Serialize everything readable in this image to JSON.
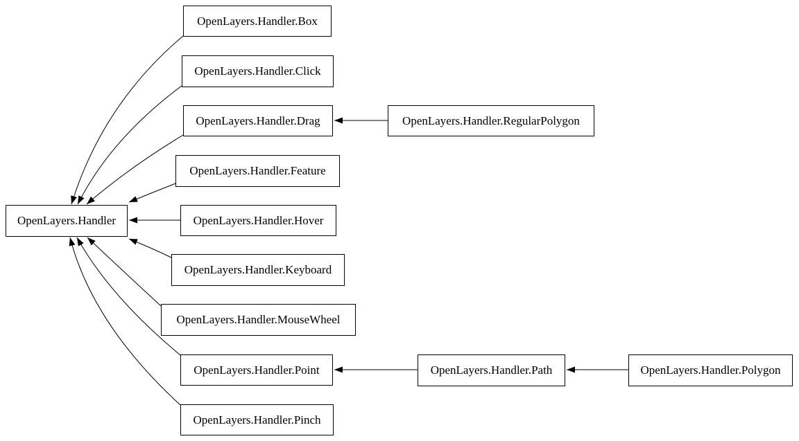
{
  "diagram": {
    "type": "class-inheritance-graph",
    "root_label": "OpenLayers.Handler",
    "nodes": [
      {
        "id": "handler",
        "label": "OpenLayers.Handler"
      },
      {
        "id": "box",
        "label": "OpenLayers.Handler.Box"
      },
      {
        "id": "click",
        "label": "OpenLayers.Handler.Click"
      },
      {
        "id": "drag",
        "label": "OpenLayers.Handler.Drag"
      },
      {
        "id": "regularpolygon",
        "label": "OpenLayers.Handler.RegularPolygon"
      },
      {
        "id": "feature",
        "label": "OpenLayers.Handler.Feature"
      },
      {
        "id": "hover",
        "label": "OpenLayers.Handler.Hover"
      },
      {
        "id": "keyboard",
        "label": "OpenLayers.Handler.Keyboard"
      },
      {
        "id": "mousewheel",
        "label": "OpenLayers.Handler.MouseWheel"
      },
      {
        "id": "point",
        "label": "OpenLayers.Handler.Point"
      },
      {
        "id": "path",
        "label": "OpenLayers.Handler.Path"
      },
      {
        "id": "polygon",
        "label": "OpenLayers.Handler.Polygon"
      },
      {
        "id": "pinch",
        "label": "OpenLayers.Handler.Pinch"
      }
    ],
    "edges": [
      {
        "from": "box",
        "to": "handler"
      },
      {
        "from": "click",
        "to": "handler"
      },
      {
        "from": "drag",
        "to": "handler"
      },
      {
        "from": "feature",
        "to": "handler"
      },
      {
        "from": "hover",
        "to": "handler"
      },
      {
        "from": "keyboard",
        "to": "handler"
      },
      {
        "from": "mousewheel",
        "to": "handler"
      },
      {
        "from": "point",
        "to": "handler"
      },
      {
        "from": "pinch",
        "to": "handler"
      },
      {
        "from": "regularpolygon",
        "to": "drag"
      },
      {
        "from": "path",
        "to": "point"
      },
      {
        "from": "polygon",
        "to": "path"
      }
    ],
    "colors": {
      "canvas_bg": "#ffffff",
      "node_bg": "#ffffff",
      "node_border": "#000000",
      "edge": "#000000",
      "text": "#000000"
    }
  }
}
